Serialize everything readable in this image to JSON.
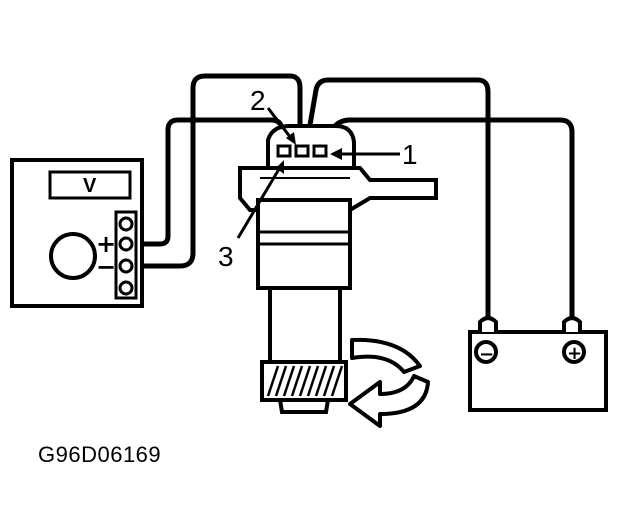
{
  "diagram": {
    "code": "G96D06169",
    "meter_label": "V",
    "meter_plus": "+",
    "meter_minus": "−",
    "callouts": [
      "1",
      "2",
      "3"
    ],
    "battery_neg": "−",
    "battery_pos": "+"
  }
}
